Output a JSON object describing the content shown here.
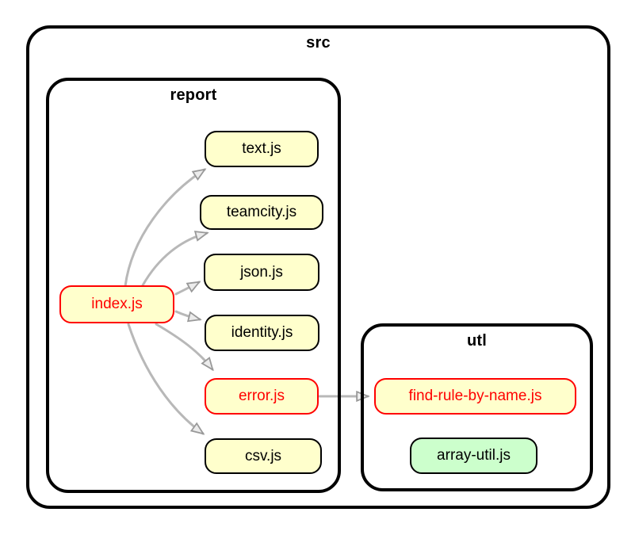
{
  "diagram": {
    "type": "dependency-graph",
    "groups": [
      {
        "id": "src",
        "label": "src",
        "parent": null
      },
      {
        "id": "report",
        "label": "report",
        "parent": "src"
      },
      {
        "id": "utl",
        "label": "utl",
        "parent": "src"
      }
    ],
    "nodes": [
      {
        "id": "index",
        "label": "index.js",
        "group": "report",
        "fill": "#ffffcc",
        "border": "#ff0000",
        "text_color": "#ff0000"
      },
      {
        "id": "text",
        "label": "text.js",
        "group": "report",
        "fill": "#ffffcc",
        "border": "#000000",
        "text_color": "#000000"
      },
      {
        "id": "teamcity",
        "label": "teamcity.js",
        "group": "report",
        "fill": "#ffffcc",
        "border": "#000000",
        "text_color": "#000000"
      },
      {
        "id": "json",
        "label": "json.js",
        "group": "report",
        "fill": "#ffffcc",
        "border": "#000000",
        "text_color": "#000000"
      },
      {
        "id": "identity",
        "label": "identity.js",
        "group": "report",
        "fill": "#ffffcc",
        "border": "#000000",
        "text_color": "#000000"
      },
      {
        "id": "error",
        "label": "error.js",
        "group": "report",
        "fill": "#ffffcc",
        "border": "#ff0000",
        "text_color": "#ff0000"
      },
      {
        "id": "csv",
        "label": "csv.js",
        "group": "report",
        "fill": "#ffffcc",
        "border": "#000000",
        "text_color": "#000000"
      },
      {
        "id": "findrule",
        "label": "find-rule-by-name.js",
        "group": "utl",
        "fill": "#ffffcc",
        "border": "#ff0000",
        "text_color": "#ff0000"
      },
      {
        "id": "arrayutil",
        "label": "array-util.js",
        "group": "utl",
        "fill": "#ccffcc",
        "border": "#000000",
        "text_color": "#000000"
      }
    ],
    "edges": [
      {
        "from": "index.js",
        "to": "text.js"
      },
      {
        "from": "index.js",
        "to": "teamcity.js"
      },
      {
        "from": "index.js",
        "to": "json.js"
      },
      {
        "from": "index.js",
        "to": "identity.js"
      },
      {
        "from": "index.js",
        "to": "error.js"
      },
      {
        "from": "index.js",
        "to": "csv.js"
      },
      {
        "from": "error.js",
        "to": "find-rule-by-name.js"
      }
    ],
    "colors": {
      "background": "#ffffff",
      "node_fill_default": "#ffffcc",
      "node_fill_alt": "#ccffcc",
      "node_border_default": "#000000",
      "highlight_red": "#ff0000",
      "group_border": "#000000",
      "edge_gray": "#b8b8b8",
      "arrowhead_fill": "#ececec",
      "arrowhead_stroke": "#999999"
    }
  }
}
